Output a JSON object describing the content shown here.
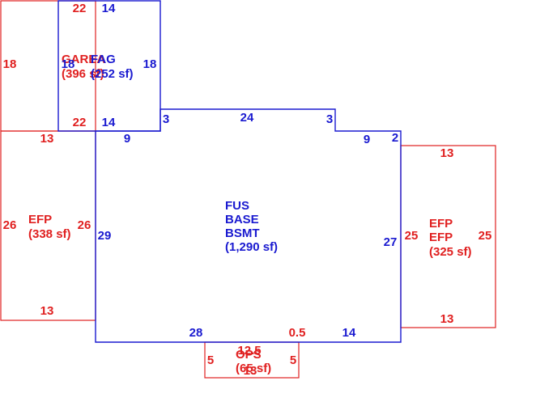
{
  "colors": {
    "blue": "#1a1ad0",
    "red": "#e02020"
  },
  "areas": {
    "garage": {
      "name": "GAREA",
      "area": "(396 sf)"
    },
    "fag": {
      "name": "FAG",
      "area": "(252 sf)"
    },
    "main": {
      "line1": "FUS",
      "line2": "BASE",
      "line3": "BSMT",
      "area": "(1,290 sf)"
    },
    "efp_left": {
      "name": "EFP",
      "area": "(338 sf)"
    },
    "efp_right": {
      "line1": "EFP",
      "line2": "EFP",
      "area": "(325 sf)"
    },
    "ops": {
      "name": "OPS",
      "area": "(65 sf)"
    }
  },
  "dims": {
    "garage_top": "22",
    "garage_left": "18",
    "garage_bottom": "22",
    "fag_top": "14",
    "fag_left": "18",
    "fag_right": "18",
    "fag_bottom": "14",
    "main_step_left": "3",
    "main_top": "24",
    "main_step_right": "3",
    "main_upper_left": "9",
    "main_upper_right": "9",
    "main_right_small": "2",
    "main_left": "29",
    "main_right": "27",
    "main_bottom_left": "28",
    "main_bottom_small": "0.5",
    "main_bottom_right": "14",
    "efp_left_top": "13",
    "efp_left_left": "26",
    "efp_left_right": "26",
    "efp_left_bottom": "13",
    "efp_right_top": "13",
    "efp_right_left": "25",
    "efp_right_right": "25",
    "efp_right_bottom": "13",
    "ops_top": "12.5",
    "ops_left": "5",
    "ops_right": "5",
    "ops_bottom": "13"
  }
}
